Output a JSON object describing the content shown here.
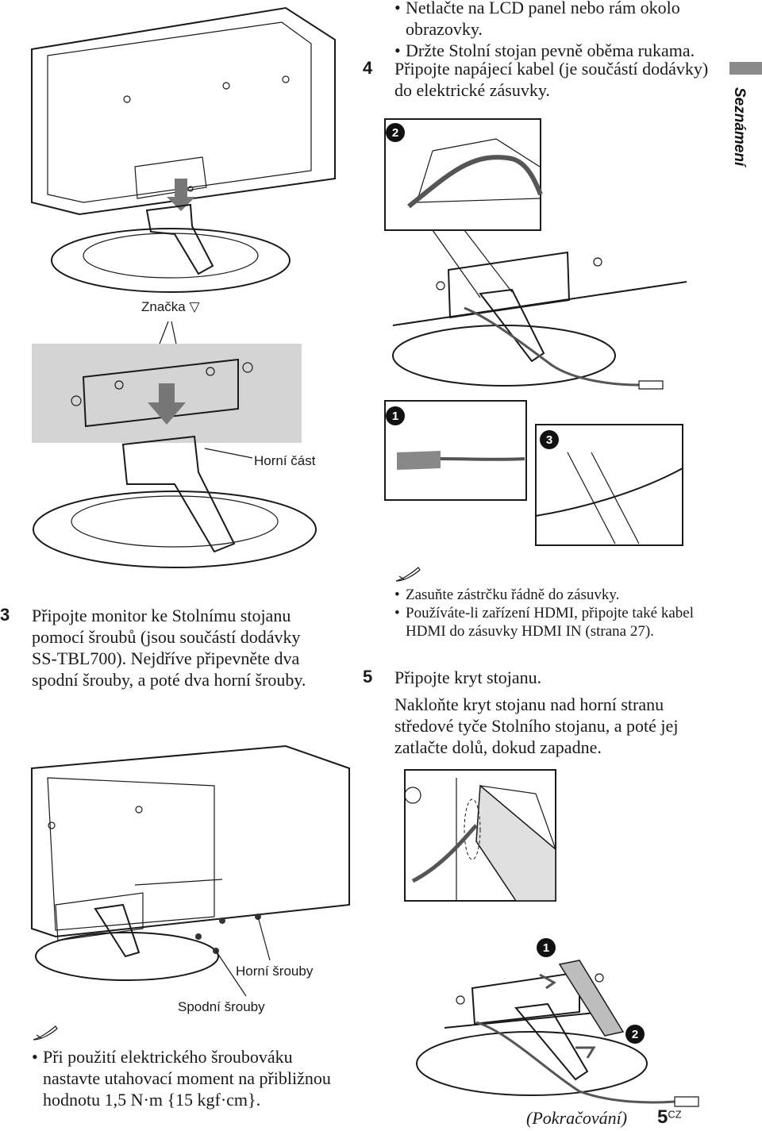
{
  "side_tab": {
    "label": "Seznámení"
  },
  "top_bullets": [
    "Netlačte na LCD panel nebo rám okolo obrazovky.",
    "Držte Stolní stojan pevně oběma rukama."
  ],
  "step4": {
    "number": "4",
    "text": "Připojte napájecí kabel (je součástí dodávky) do elektrické zásuvky."
  },
  "figure1": {
    "mark_label": "Značka ▽",
    "top_label": "Horní část"
  },
  "step3": {
    "number": "3",
    "text": "Připojte monitor ke Stolnímu stojanu pomocí šroubů (jsou součástí dodávky SS-TBL700). Nejdříve připevněte dva spodní šrouby, a poté dva horní šrouby."
  },
  "figure3": {
    "upper_screws": "Horní šrouby",
    "lower_screws": "Spodní šrouby"
  },
  "note_left": {
    "icon": "note-pencil-icon",
    "bullets": [
      "Při použití elektrického šroubováku nastavte utahovací moment na přibližnou hodnotu 1,5 N·m {15 kgf·cm}."
    ]
  },
  "figure_cable": {
    "badges": [
      "2",
      "1",
      "3"
    ]
  },
  "note_right": {
    "icon": "note-pencil-icon",
    "bullets": [
      "Zasuňte zástrčku řádně do zásuvky.",
      "Používáte-li zařízení HDMI, připojte také kabel HDMI do zásuvky HDMI IN (strana 27)."
    ]
  },
  "step5": {
    "number": "5",
    "title": "Připojte kryt stojanu.",
    "text": "Nakloňte kryt stojanu nad horní stranu středové tyče Stolního stojanu, a poté jej zatlačte dolů, dokud zapadne."
  },
  "figure_cover": {
    "badges": [
      "1",
      "2"
    ]
  },
  "footer": {
    "continued": "(Pokračování)",
    "page": "5",
    "suffix": "CZ"
  }
}
